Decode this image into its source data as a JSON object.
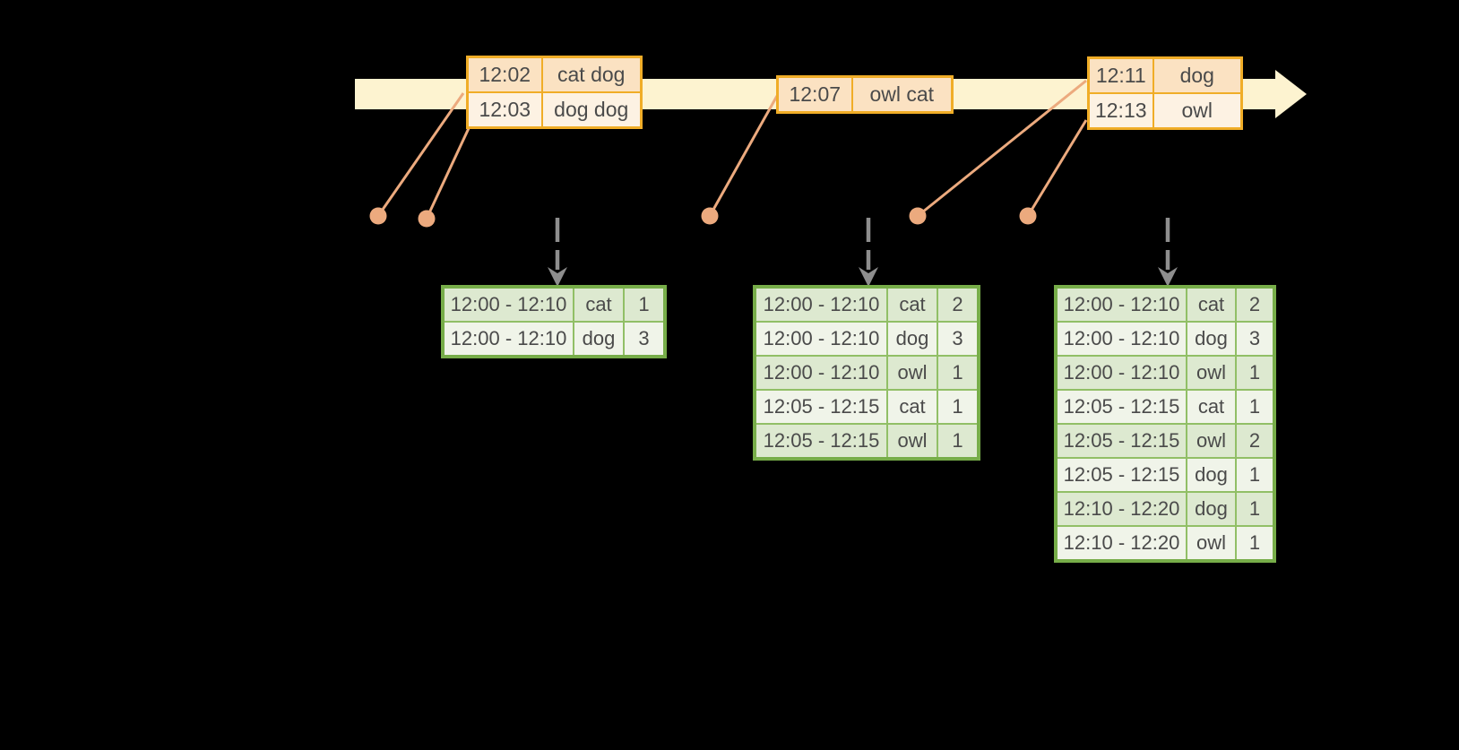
{
  "colors": {
    "background": "#000000",
    "timeline-fill": "#fdf3d0",
    "event-border": "#f0ad27",
    "event-row-dark": "#fbe2c2",
    "event-row-light": "#fdf2e3",
    "connector": "#ecaa7e",
    "trigger": "#8e8e8e",
    "result-border": "#77ad49",
    "result-grid": "#91bf66",
    "result-row-dark": "#dde9d0",
    "result-row-light": "#f0f4e9",
    "text": "#4a4a4a"
  },
  "timeline": {
    "event_tables": [
      {
        "rows": [
          {
            "time": "12:02",
            "words": "cat dog"
          },
          {
            "time": "12:03",
            "words": "dog dog"
          }
        ]
      },
      {
        "rows": [
          {
            "time": "12:07",
            "words": "owl cat"
          }
        ]
      },
      {
        "rows": [
          {
            "time": "12:11",
            "words": "dog"
          },
          {
            "time": "12:13",
            "words": "owl"
          }
        ]
      }
    ]
  },
  "result_tables": [
    {
      "rows": [
        {
          "window": "12:00 - 12:10",
          "word": "cat",
          "count": 1
        },
        {
          "window": "12:00 - 12:10",
          "word": "dog",
          "count": 3
        }
      ]
    },
    {
      "rows": [
        {
          "window": "12:00 - 12:10",
          "word": "cat",
          "count": 2
        },
        {
          "window": "12:00 - 12:10",
          "word": "dog",
          "count": 3
        },
        {
          "window": "12:00 - 12:10",
          "word": "owl",
          "count": 1
        },
        {
          "window": "12:05 - 12:15",
          "word": "cat",
          "count": 1
        },
        {
          "window": "12:05 - 12:15",
          "word": "owl",
          "count": 1
        }
      ]
    },
    {
      "rows": [
        {
          "window": "12:00 - 12:10",
          "word": "cat",
          "count": 2
        },
        {
          "window": "12:00 - 12:10",
          "word": "dog",
          "count": 3
        },
        {
          "window": "12:00 - 12:10",
          "word": "owl",
          "count": 1
        },
        {
          "window": "12:05 - 12:15",
          "word": "cat",
          "count": 1
        },
        {
          "window": "12:05 - 12:15",
          "word": "owl",
          "count": 2
        },
        {
          "window": "12:05 - 12:15",
          "word": "dog",
          "count": 1
        },
        {
          "window": "12:10 - 12:20",
          "word": "dog",
          "count": 1
        },
        {
          "window": "12:10 - 12:20",
          "word": "owl",
          "count": 1
        }
      ]
    }
  ]
}
